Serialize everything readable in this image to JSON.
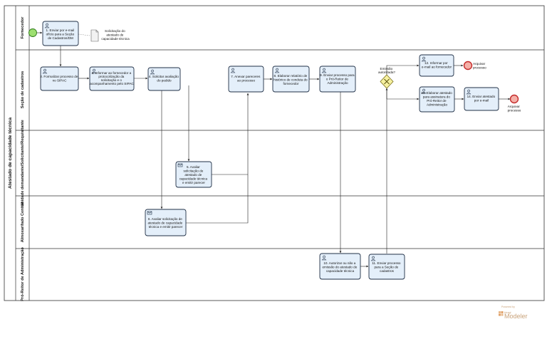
{
  "pool": {
    "title": "Atestado de capacidade técnica"
  },
  "lanes": [
    {
      "id": "fornecedor",
      "label": "Fornecedor"
    },
    {
      "id": "secao",
      "label": "Seção de cadastros"
    },
    {
      "id": "unidade",
      "label": "Unidade demandante/Solicitante/Requisitante"
    },
    {
      "id": "almox",
      "label": "Almoxarifado Central"
    },
    {
      "id": "proreitor",
      "label": "Pró-Reitor de Administração"
    }
  ],
  "tasks": [
    {
      "id": "t1",
      "icon": "user-icon",
      "lines": [
        "1. Enviar por e-mail",
        "ofício para a Seção",
        "de Cadastros/DM"
      ]
    },
    {
      "id": "t2",
      "icon": "user-icon",
      "lines": [
        "2. Formalizar processo de",
        "no SIPAC"
      ]
    },
    {
      "id": "t3",
      "icon": "user-icon",
      "lines": [
        "3. Informar ao fornecedor a",
        "protocolização da",
        "solicitação e o",
        "acompanhamento pelo SIPAC"
      ]
    },
    {
      "id": "t4",
      "icon": "user-icon",
      "lines": [
        "4. Solicitar avaliação",
        "do pedido"
      ]
    },
    {
      "id": "t5",
      "icon": "mail-icon",
      "lines": [
        "5. Avaliar",
        "solicitação de",
        "atestado de",
        "capacidade técnica",
        "e emitir parecer"
      ]
    },
    {
      "id": "t6",
      "icon": "mail-icon",
      "lines": [
        "6. Avaliar solicitação de",
        "atestado de capacidade",
        "técnica e emitir parecer"
      ]
    },
    {
      "id": "t7",
      "icon": "user-icon",
      "lines": [
        "7. Anexar pareceres",
        "ao processo"
      ]
    },
    {
      "id": "t8",
      "icon": "user-icon",
      "lines": [
        "8. Elaborar relatório de",
        "histórico de conduta do",
        "fornecedor"
      ]
    },
    {
      "id": "t9",
      "icon": "user-icon",
      "lines": [
        "9. Enviar processo para",
        "o Pró-Reitor de",
        "Administração"
      ]
    },
    {
      "id": "t10",
      "icon": "user-icon",
      "lines": [
        "10. Autorizar ou não a",
        "emissão do atestado de",
        "capacidade técnica"
      ]
    },
    {
      "id": "t11",
      "icon": "user-icon",
      "lines": [
        "11. Enviar processo",
        "para a Seção de",
        "cadastros"
      ]
    },
    {
      "id": "t12",
      "icon": "user-icon",
      "lines": [
        "12. Informar por",
        "e-mail ao fornecedor"
      ]
    },
    {
      "id": "t13",
      "icon": "user-icon",
      "lines": [
        "13. Elaborar atestado",
        "para assinatura do",
        "Pró-Reitor de",
        "Administração"
      ]
    },
    {
      "id": "t14",
      "icon": "user-icon",
      "lines": [
        "14. Enviar atestado",
        "por e-mail"
      ]
    }
  ],
  "document": {
    "lines": [
      "Solicitação do",
      "atestado de",
      "capacidade técnica"
    ]
  },
  "gateway": {
    "lines": [
      "Emissão",
      "autorizada?"
    ]
  },
  "end_events": [
    {
      "id": "e1",
      "lines": [
        "Arquivar",
        "processo"
      ]
    },
    {
      "id": "e2",
      "lines": [
        "Arquivar",
        "processo"
      ]
    }
  ],
  "watermark": {
    "small": "Powered by",
    "brand_small": "bizagi",
    "brand": "Modeler"
  },
  "colors": {
    "task_fill": "#e4effa",
    "task_stroke": "#1f2f45",
    "start_fill": "#9ddf70",
    "end_stroke": "#c42b2b",
    "end_fill": "#f4b0a8",
    "gateway_fill": "#f6f1a0"
  }
}
